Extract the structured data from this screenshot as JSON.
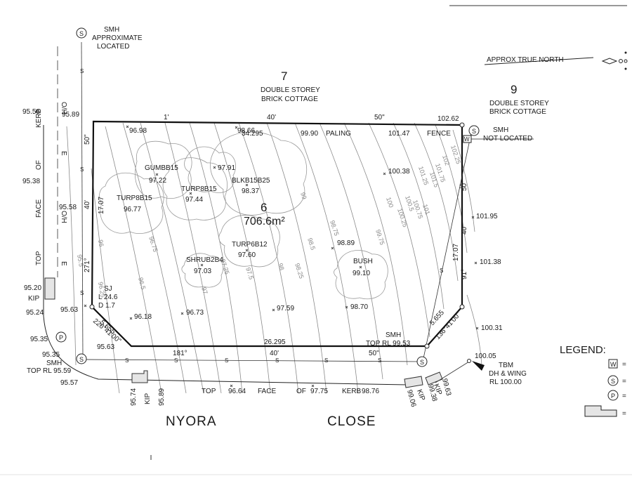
{
  "header": {
    "north_label": "APPROX TRUE NORTH"
  },
  "neighbours": {
    "lot7_number": "7",
    "lot7_line1": "DOUBLE STOREY",
    "lot7_line2": "BRICK COTTAGE",
    "lot9_number": "9",
    "lot9_line1": "DOUBLE STOREY",
    "lot9_line2": "BRICK COTTAGE"
  },
  "lot": {
    "number": "6",
    "area": "706.6m²"
  },
  "street": {
    "word1": "NYORA",
    "word2": "CLOSE"
  },
  "smh": {
    "top_left_1": "SMH",
    "top_left_2": "APPROXIMATE",
    "top_left_3": "LOCATED",
    "right_1": "SMH",
    "right_2": "NOT LOCATED",
    "bottom_left_1": "SMH",
    "bottom_left_2": "TOP RL 95.59",
    "bottom_mid_1": "SMH",
    "bottom_mid_2": "TOP RL 99.53"
  },
  "tbm": {
    "line1": "TBM",
    "line2": "DH & WING",
    "line3": "RL 100.00"
  },
  "legend": {
    "title": "LEGEND:",
    "eq": "="
  },
  "symbols": {
    "S": "S",
    "P": "P",
    "W": "W"
  },
  "boundary": {
    "north_1": "1'",
    "north_40": "40'",
    "north_50": "50\"",
    "north_len": "34.295",
    "paling": "PALING",
    "fence": "FENCE",
    "west_50": "50\"",
    "west_40": "40'",
    "west_len": "17.07",
    "west_271": "271°",
    "sw_len": "5.655",
    "sw_bearing": "226°41'00\"",
    "south_181": "181°",
    "south_40": "40'",
    "south_50": "50\"",
    "south_len": "26.295",
    "east_50": "50\"",
    "east_40": "40'",
    "east_len": "17.07",
    "east_91": "91°",
    "se_len": "5.655",
    "se_bearing": "136°41'00\""
  },
  "sj": {
    "line1": "SJ",
    "line2": "L 24.6",
    "line3": "D 1.7"
  },
  "left_margin": {
    "oh1": "O/H",
    "e1": "E",
    "kerb": "KERB",
    "of": "OF",
    "face": "FACE",
    "oh2": "O/H",
    "e2": "E",
    "top": "TOP",
    "kip": "KIP"
  },
  "bottom_text": {
    "top": "TOP",
    "face": "FACE",
    "of": "OF",
    "kerb": "KERB",
    "kip_left": "KIP",
    "kip_right1": "KIP",
    "kip_right2": "KIP"
  },
  "trees": {
    "gum": "GUMBB15",
    "turp1": "TURP8B15",
    "turp2": "TURP8B15",
    "blkb": "BLKB15B25",
    "turp3": "TURP6B12",
    "shrub": "SHRUB2B4",
    "bush": "BUSH"
  },
  "levels": {
    "l9556": "95.56",
    "l9589": "95.89",
    "l9538": "95.38",
    "l9558": "95.58",
    "l9520": "95.20",
    "l9524": "95.24",
    "l9563a": "95.63",
    "l9535": "95.35",
    "l9535b": "95.35",
    "l9557": "95.57",
    "l9563b": "95.63",
    "l9574": "95.74",
    "l9589b": "95.89",
    "l9698": "96.98",
    "l9866": "98.66",
    "l9990": "99.90",
    "l10147": "101.47",
    "l10262": "102.62",
    "l9722": "97.22",
    "l9791": "97.91",
    "l9837": "98.37",
    "l9744": "97.44",
    "l9677": "96.77",
    "l10038": "100.38",
    "l9889": "98.89",
    "l9760": "97.60",
    "l9703": "97.03",
    "l9910": "99.10",
    "l9618": "96.18",
    "l9673": "96.73",
    "l9759": "97.59",
    "l9870": "98.70",
    "l10195": "101.95",
    "l10138": "101.38",
    "l10031": "100.31",
    "l10005": "100.05",
    "l9664": "96.64",
    "l9775": "97.75",
    "l9876": "98.76",
    "l9906": "99.06",
    "l9938": "99.38",
    "l9963": "99.63"
  },
  "contours": {
    "c955": "95.5",
    "c96": "96",
    "c9625": "96.25",
    "c965": "96.5",
    "c9675": "96.75",
    "c97": "97",
    "c9725": "97.25",
    "c975": "97.5",
    "c98": "98",
    "c9825": "98.25",
    "c985": "98.5",
    "c9875": "98.75",
    "c99": "99",
    "c9975": "99.75",
    "c100": "100",
    "c10025": "100.25",
    "c1005": "100.5",
    "c10075": "100.75",
    "c101": "101",
    "c10125": "101.25",
    "c1015": "101.5",
    "c10175": "101.75",
    "c102": "102",
    "c10225": "102.25"
  }
}
